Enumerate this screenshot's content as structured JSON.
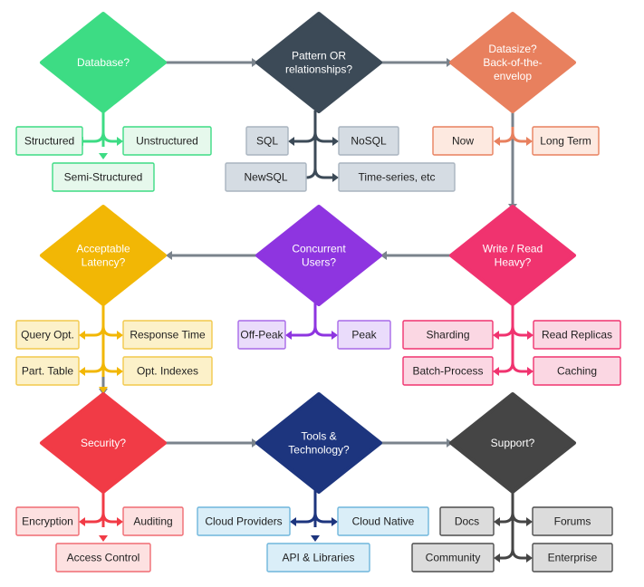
{
  "colors": {
    "connector": "#7a838c",
    "database": "#3ddc84",
    "pattern": "#3c4a57",
    "datasize": "#e8805e",
    "write_read": "#f0336f",
    "concurrent": "#8e35e0",
    "latency": "#f2b705",
    "security": "#f13b46",
    "tools": "#1d357e",
    "support": "#454545"
  },
  "decisions": [
    {
      "id": "database",
      "lines": [
        "Database?"
      ]
    },
    {
      "id": "pattern",
      "lines": [
        "Pattern OR",
        "relationships?"
      ]
    },
    {
      "id": "datasize",
      "lines": [
        "Datasize?",
        "Back-of-the-",
        "envelop"
      ]
    },
    {
      "id": "write-read",
      "lines": [
        "Write / Read",
        "Heavy?"
      ]
    },
    {
      "id": "concurrent",
      "lines": [
        "Concurrent",
        "Users?"
      ]
    },
    {
      "id": "latency",
      "lines": [
        "Acceptable",
        "Latency?"
      ]
    },
    {
      "id": "security",
      "lines": [
        "Security?"
      ]
    },
    {
      "id": "tools",
      "lines": [
        "Tools &",
        "Technology?"
      ]
    },
    {
      "id": "support",
      "lines": [
        "Support?"
      ]
    }
  ],
  "options": {
    "database": [
      "Structured",
      "Unstructured",
      "Semi-Structured"
    ],
    "pattern": [
      "SQL",
      "NoSQL",
      "NewSQL",
      "Time-series, etc"
    ],
    "datasize": [
      "Now",
      "Long Term"
    ],
    "write-read": [
      "Sharding",
      "Read Replicas",
      "Batch-Process",
      "Caching"
    ],
    "concurrent": [
      "Off-Peak",
      "Peak"
    ],
    "latency": [
      "Query Opt.",
      "Response Time",
      "Part. Table",
      "Opt. Indexes"
    ],
    "security": [
      "Encryption",
      "Auditing",
      "Access Control"
    ],
    "tools": [
      "Cloud Providers",
      "Cloud Native",
      "API & Libraries"
    ],
    "support": [
      "Docs",
      "Forums",
      "Community",
      "Enterprise"
    ]
  }
}
